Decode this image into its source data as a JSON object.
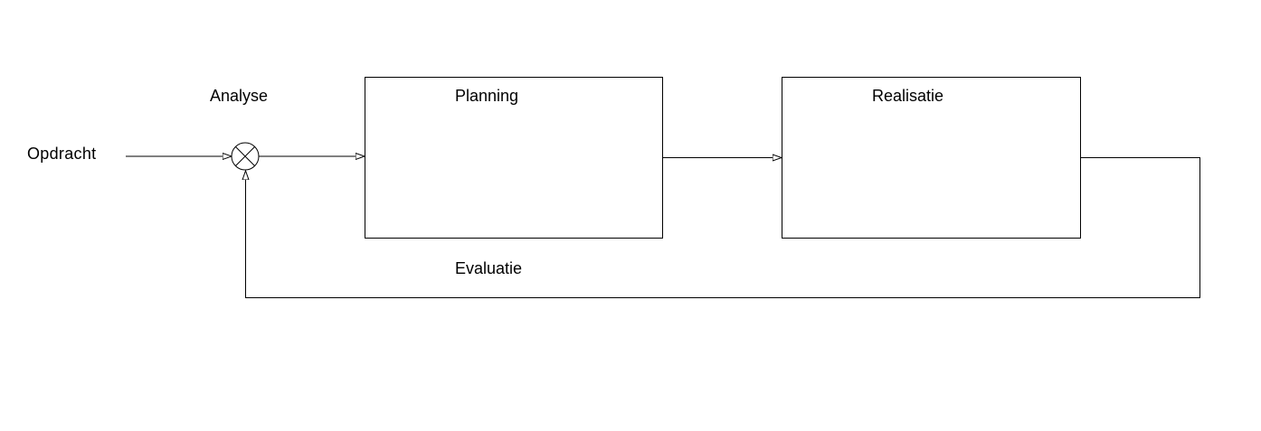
{
  "labels": {
    "input": "Opdracht",
    "comparator": "Analyse",
    "block1": "Planning",
    "block2": "Realisatie",
    "feedback": "Evaluatie"
  },
  "colors": {
    "line": "#000000",
    "background": "#ffffff"
  },
  "icons": {
    "comparator": "summing-junction-icon",
    "arrowhead": "open-triangle-arrowhead-icon"
  }
}
